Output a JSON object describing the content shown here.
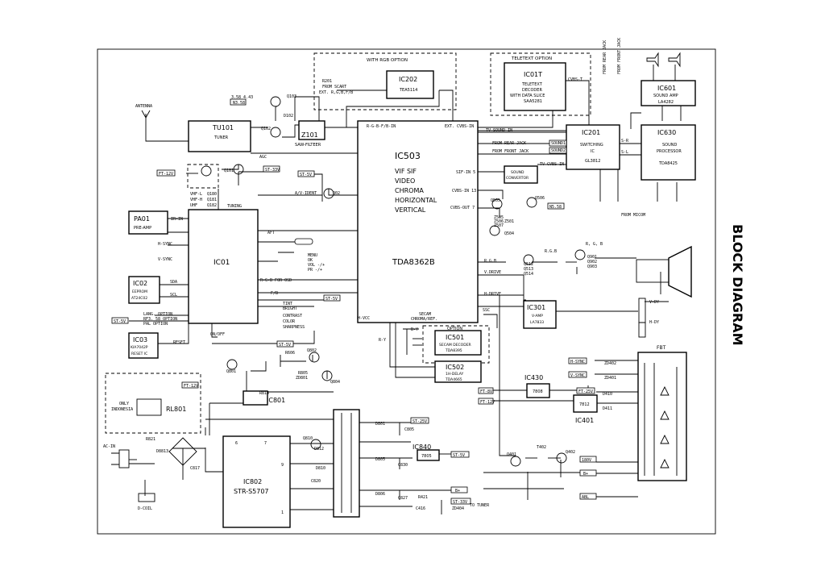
{
  "title": "BLOCK DIAGRAM",
  "options": {
    "rgb": "WITH RGB OPTION",
    "teletext": "TELETEXT OPTION",
    "secam": "OPTION",
    "only_indonesia": "ONLY\nINDONESIA"
  },
  "blocks": {
    "tu101": {
      "name": "TU101",
      "sub": "TUNER"
    },
    "z101": {
      "name": "Z101",
      "sub": "SAW-FILTEER"
    },
    "ic202": {
      "name": "IC202",
      "sub": "TEA5114"
    },
    "ic01t": {
      "name": "IC01T",
      "sub1": "TELETEXT",
      "sub2": "DECODER",
      "sub3": "WITH DATA SLICE",
      "sub4": "SAA5281"
    },
    "ic503": {
      "name": "IC503",
      "line1": "VIF SIF",
      "line2": "VIDEO",
      "line3": "CHROMA",
      "line4": "HORIZONTAL",
      "line5": "VERTICAL",
      "part": "TDA8362B"
    },
    "ic201": {
      "name": "IC201",
      "sub1": "SWITCHING",
      "sub2": "IC",
      "sub3": "GL3812"
    },
    "ic601": {
      "name": "IC601",
      "sub1": "SOUND AMP",
      "sub2": "LA4282"
    },
    "ic630": {
      "name": "IC630",
      "sub1": "SOUND",
      "sub2": "PROCESSOR",
      "sub3": "TDA8425"
    },
    "pa01": {
      "name": "PA01",
      "sub": "PRE-AMP"
    },
    "ic01": {
      "name": "IC01"
    },
    "ic02": {
      "name": "IC02",
      "sub1": "EEPROM",
      "sub2": "AT24C02"
    },
    "ic03": {
      "name": "IC03",
      "sub1": "KIA7042P",
      "sub2": "RESET IC"
    },
    "sound_conv": {
      "sub1": "SOUND",
      "sub2": "CONVERTOR"
    },
    "ic301": {
      "name": "IC301",
      "sub1": "V-AMP",
      "sub2": "LA7833"
    },
    "ic501": {
      "name": "IC501",
      "sub1": "SECAM DECODER",
      "sub2": "TDA8395"
    },
    "ic502": {
      "name": "IC502",
      "sub1": "1H-DELAY",
      "sub2": "TDA4665"
    },
    "ic430": {
      "name": "IC430",
      "sub": "7808"
    },
    "ic401": {
      "name": "IC401",
      "sub": "7812"
    },
    "ic801": {
      "name": "IC801"
    },
    "rl801": {
      "name": "RL801"
    },
    "ic802": {
      "name": "IC802",
      "sub": "STR-S5707"
    },
    "ic840": {
      "name": "IC840",
      "sub": "7805"
    },
    "fbt": {
      "name": "FBT"
    }
  },
  "labels": {
    "antenna": "ANTENNA",
    "std": "3.58 4.43",
    "n358": "N3.58",
    "r201": "R201",
    "from_scart": "FROM SCART",
    "ext_rgb": "EXT. R,G,B,F/B",
    "rgbfb_in": "R-G-B-F/B-IN",
    "ext_cvbs_in": "EXT. CVBS-IN",
    "cvbs_t": "CVBS-T",
    "from_rear_jack": "FROM REAR JACK",
    "from_front_jack": "FROM FRONT JACK",
    "tv_sound_in": "TV-SOUND-IN",
    "tv_cvbs_in": "TV-CVBS-IN",
    "from_micom": "FROM MICOM",
    "agc": "AGC",
    "ft12v": "FT-12V",
    "st33v": "ST-33V",
    "st5v": "ST-5V",
    "vhf_l": "VHF-L",
    "vhf_h": "VHF-H",
    "uhf": "UHF",
    "tuning": "TUNING",
    "q180": "Q180",
    "q181": "Q181",
    "q182": "Q182",
    "q101": "Q101",
    "q102": "Q102",
    "q103": "Q103",
    "d102": "D102",
    "av_ident": "A/V-IDENT",
    "q02": "Q02",
    "sif_in": "SIF-IN 5",
    "cvbs_in": "CVBS-IN 13",
    "cvbs_out": "CVBS-OUT 7",
    "q505": "Q505",
    "q506": "Q506",
    "q504": "Q504",
    "z501": "Z501",
    "n558": "N5.58",
    "z505": "Z505",
    "z506": "Z506",
    "z507": "Z507",
    "ir_in": "IR-IN",
    "h_sync": "H-SYNC",
    "v_sync": "V-SYNC",
    "aft": "AFT",
    "menu": "MENU",
    "ok": "OK",
    "vol": "VOL -/+",
    "pr": "PR  -/+",
    "rgb_osd": "R-G-B FOR OSD",
    "fb": "F/B",
    "sda": "SDA",
    "scl": "SCL",
    "lang_opt1": "LANG. OPTION",
    "lang_opt2": "RF3. 58 OPTION",
    "lang_opt3": "PAL OPTION",
    "tint": "TINT",
    "bright": "BRIGHT",
    "contrast": "CONTRAST",
    "color": "COLOR",
    "sharp": "SHARPNESS",
    "reset": "RESET",
    "on_off": "ON/OFF",
    "h_vcc": "H-VCC",
    "secam_chroma": "SECAM",
    "chroma_ref": "CHROMA/REF.",
    "r_y": "R-Y",
    "b_y": "B-Y",
    "rgb": "R.G.B",
    "v_drive": "V.DRIVE",
    "h_drive": "H-DRIVE",
    "ssc": "SSC",
    "q512": "Q512",
    "q513": "Q513",
    "q514": "Q514",
    "q901": "Q901",
    "q902": "Q902",
    "q903": "Q903",
    "rgb2": "R, G, B",
    "v_dy": "V-DY",
    "h_dy": "H-DY",
    "h_sync2": "H-SYNC",
    "v_sync2": "V-SYNC",
    "ft25v": "FT-25V",
    "ft12v_b": "FT-12V",
    "ft8v": "FT-8V",
    "zd402": "ZD402",
    "zd401": "ZD401",
    "d410": "D410",
    "d411": "D411",
    "v180": "180V",
    "b_plus": "B+",
    "abl": "ABL",
    "q401": "Q401",
    "q402": "Q402",
    "t402": "T402",
    "r606": "R606",
    "q802": "Q802",
    "q801": "Q801",
    "q804": "Q804",
    "r805": "R805",
    "zd801": "ZD801",
    "r814": "R814",
    "st5v_b": "ST-5V",
    "ac_in": "AC-IN",
    "d_coil": "D-COIL",
    "r821": "R821",
    "d8813": "D8813",
    "c817": "C817",
    "pin6": "6",
    "pin7": "7",
    "pin9": "9",
    "pin1": "1",
    "q810": "Q810",
    "d812": "D812",
    "d810": "D810",
    "c820": "C820",
    "d801": "D801",
    "c805": "C805",
    "d805": "D805",
    "c830": "C830",
    "d806": "D806",
    "c827": "C827",
    "r421": "R421",
    "c416": "C416",
    "zd404": "ZD404",
    "to_tuner": "TO TUNER",
    "st25v": "ST-25V",
    "st5v_c": "ST-5V",
    "b_plus2": "B+",
    "st33v_b": "ST-33V",
    "s_r": "S-R",
    "s_l": "S-L",
    "sound1": "SOUND1",
    "sound2": "SOUND2"
  }
}
